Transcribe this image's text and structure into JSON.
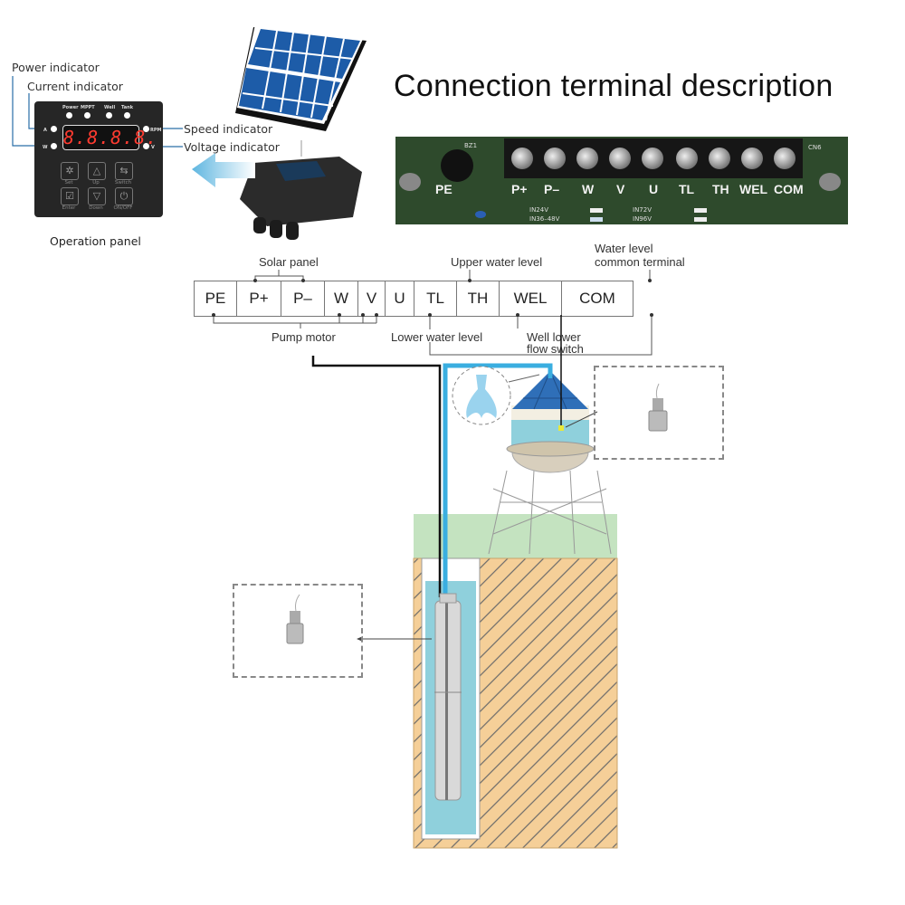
{
  "title": "Connection terminal description",
  "operation_panel": {
    "caption": "Operation panel",
    "callouts": {
      "power": "Power indicator",
      "current": "Current indicator",
      "speed": "Speed indicator",
      "voltage": "Voltage indicator"
    },
    "top_leds": [
      "Power",
      "MPPT",
      "Well",
      "Tank"
    ],
    "side_leds": {
      "left_top": "A",
      "left_bottom": "W",
      "right_top": "RPM",
      "right_bottom": "V"
    },
    "display": "8.8.8.8.",
    "buttons": [
      {
        "label": "Set",
        "icon": "gear-icon",
        "glyph": "✲"
      },
      {
        "label": "Up",
        "icon": "up-triangle-icon",
        "glyph": "△"
      },
      {
        "label": "Switch",
        "icon": "switch-arrows-icon",
        "glyph": "⇆"
      },
      {
        "label": "Enter",
        "icon": "checkbox-icon",
        "glyph": "☑"
      },
      {
        "label": "Down",
        "icon": "down-triangle-icon",
        "glyph": "▽"
      },
      {
        "label": "ON/OFF",
        "icon": "power-icon",
        "glyph": "⏻"
      }
    ]
  },
  "pcb": {
    "terminals": [
      "PE",
      "P+",
      "P–",
      "W",
      "V",
      "U",
      "TL",
      "TH",
      "WEL",
      "COM"
    ],
    "labels": {
      "bz": "BZ1",
      "cn": "CN6",
      "in24": "IN24V",
      "in36": "IN36–48V",
      "in72": "IN72V",
      "in96": "IN96V"
    }
  },
  "terminal_strip": {
    "cells": [
      "PE",
      "P+",
      "P–",
      "W",
      "V",
      "U",
      "TL",
      "TH",
      "WEL",
      "COM"
    ],
    "annotations": {
      "solar_panel": "Solar panel",
      "upper_water_level": "Upper water level",
      "water_level_common_1": "Water level",
      "water_level_common_2": "common terminal",
      "pump_motor": "Pump motor",
      "lower_water_level": "Lower water level",
      "well_lower_1": "Well lower",
      "well_lower_2": "flow switch"
    }
  },
  "colors": {
    "pipe": "#3aaee0",
    "ground": "#f5cf98",
    "grass": "#c4e3c0",
    "water": "#8fd0dc",
    "tank_roof": "#2f6fb8",
    "panel_bg": "#262626",
    "display_digits": "#ff3b30"
  }
}
